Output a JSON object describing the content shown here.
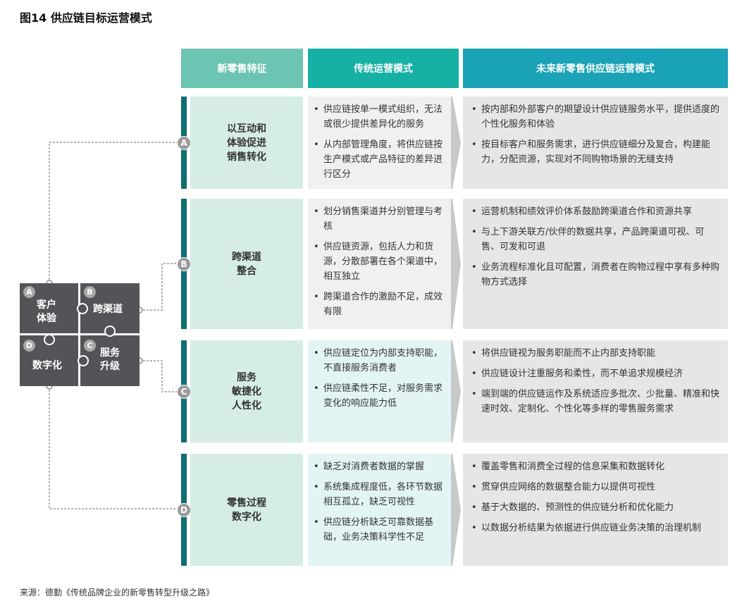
{
  "title": "图14 供应链目标运营模式",
  "headers": [
    "新零售特征",
    "传统运营模式",
    "未来新零售供应链运营模式"
  ],
  "colors": {
    "h1": "#6cc4b2",
    "h2": "#17b0a5",
    "h3": "#1aa2b6",
    "bar": "#0e6e72"
  },
  "rows": [
    {
      "letter": "A",
      "feature": "以互动和\n体验促进\n销售转化",
      "traditional": [
        "供应链按单一模式组织，无法或很少提供差异化的服务",
        "从内部管理角度，将供应链按生产模式或产品特征的差异进行区分"
      ],
      "future": [
        "按内部和外部客户的期望设计供应链服务水平，提供适度的个性化服务和体验",
        "按目标客户和服务需求，进行供应链细分及复合，构建能力，分配资源，实现对不同购物场景的无缝支持"
      ]
    },
    {
      "letter": "B",
      "feature": "跨渠道\n整合",
      "traditional": [
        "划分销售渠道并分别管理与考核",
        "供应链资源，包括人力和货源，分散部署在各个渠道中，相互独立",
        "跨渠道合作的激励不足，成效有限"
      ],
      "future": [
        "运营机制和绩效评价体系鼓励跨渠道合作和资源共享",
        "与上下游关联方/伙伴的数据共享，产品跨渠道可视、可售、可发和可退",
        "业务流程标准化且可配置，消费者在购物过程中享有多种购物方式选择"
      ]
    },
    {
      "letter": "C",
      "feature": "服务\n敏捷化\n人性化",
      "traditional": [
        "供应链定位为内部支持职能，不直接服务消费者",
        "供应链柔性不足，对服务需求变化的响应能力低"
      ],
      "future": [
        "将供应链视为服务职能而不止内部支持职能",
        "供应链设计注重服务和柔性，而不单追求规模经济",
        "端到端的供应链运作及系统适应多批次、少批量、精准和快速时效、定制化、个性化等多样的零售服务需求"
      ]
    },
    {
      "letter": "D",
      "feature": "零售过程\n数字化",
      "traditional": [
        "缺乏对消费者数据的掌握",
        "系统集成程度低，各环节数据相互孤立，缺乏可视性",
        "供应链分析缺乏可靠数据基础，业务决策科学性不足"
      ],
      "future": [
        "覆盖零售和消费全过程的信息采集和数据转化",
        "贯穿供应网络的数据整合能力以提供可视性",
        "基于大数据的、预测性的供应链分析和优化能力",
        "以数据分析结果为依据进行供应链业务决策的治理机制"
      ]
    }
  ],
  "puzzle": [
    {
      "letter": "A",
      "label": "客户\n体验"
    },
    {
      "letter": "B",
      "label": "跨渠道"
    },
    {
      "letter": "D",
      "label": "数字化"
    },
    {
      "letter": "C",
      "label": "服务\n升级"
    }
  ],
  "source": "来源：德勤《传统品牌企业的新零售转型升级之路》"
}
